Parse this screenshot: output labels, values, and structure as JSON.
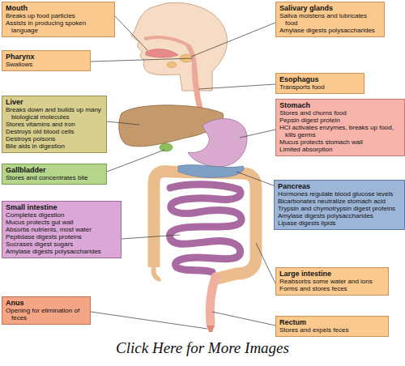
{
  "diagram": {
    "caption": "Click Here for More Images",
    "nodes": [
      {
        "text": [
          "Mouth",
          "Breaks up food particles",
          "Assists in producing spoken language"
        ]
      },
      {
        "text": [
          "Salivary glands",
          "Saliva moistens and lubricates food",
          "Amylase digests polysaccharides"
        ]
      },
      {
        "text": [
          "Pharynx",
          "Swallows"
        ]
      },
      {
        "text": [
          "Esophagus",
          "Transports food"
        ]
      },
      {
        "text": [
          "Liver",
          "Breaks down and builds up many biological molecules",
          "Stores vitamins and iron",
          "Destroys old blood cells",
          "Destroys poisons",
          "Bile aids in digestion"
        ]
      },
      {
        "text": [
          "Stomach",
          "Stores and churns food",
          "Pepsin digest protein",
          "HCl activates enzymes, breaks up food, kills germs",
          "Mucus protects stomach wall",
          "Limited absorption"
        ]
      },
      {
        "text": [
          "Gallbladder",
          "Stores and concentrates bile"
        ]
      },
      {
        "text": [
          "Pancreas",
          "Hormones regulate blood glucose levels",
          "Bicarbonates neutralize stomach acid",
          "Trypsin and chymotrypsin digest proteins",
          "Amylase digests polysaccharides",
          "Lipase digests lipids"
        ]
      },
      {
        "text": [
          "Small intestine",
          "Completes digestion",
          "Mucus protects gut wall",
          "Absorbs nutrients, most water",
          "Peptidase digests proteins",
          "Sucrases digest sugars",
          "Amylase digests polysaccharides"
        ]
      },
      {
        "text": [
          "Large intestine",
          "Reabsorbs some water and ions",
          "Forms and stores feces"
        ]
      },
      {
        "text": [
          "Anus",
          "Opening for elimination of feces"
        ]
      },
      {
        "text": [
          "Rectum",
          "Stores and expels feces"
        ]
      }
    ]
  }
}
